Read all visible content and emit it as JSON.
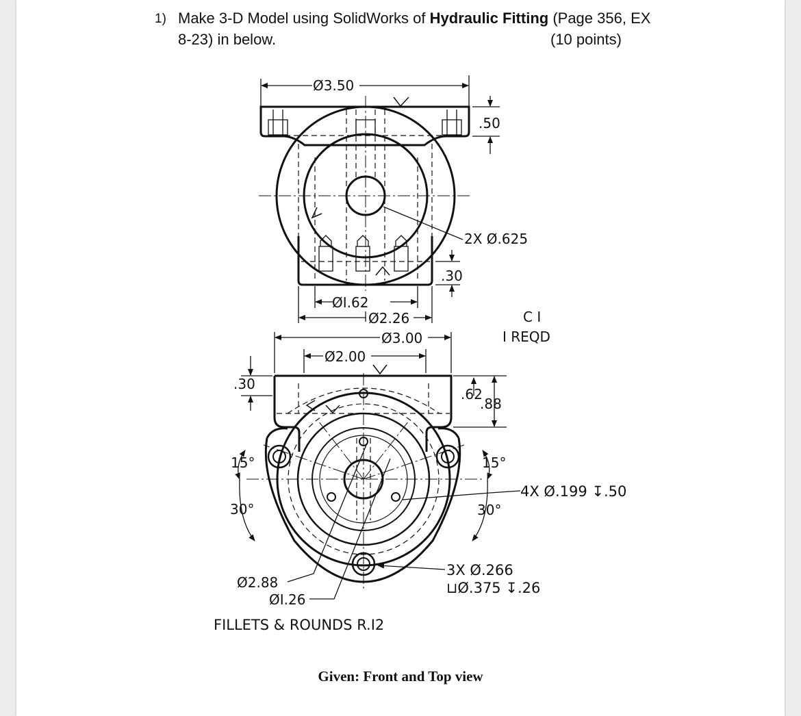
{
  "question": {
    "number": "1)",
    "text_before": "Make 3-D Model using SolidWorks of ",
    "text_bold": "Hydraulic Fitting",
    "text_after": " (Page 356, EX",
    "line2": "8-23) in below.",
    "points": "(10 points)"
  },
  "top_view": {
    "dims": {
      "d350": "Ø3.50",
      "d050": ".50",
      "hole2x": "2X Ø.625",
      "d030": ".30",
      "d162": "ØI.62",
      "d226": "Ø2.26",
      "d300": "Ø3.00"
    }
  },
  "material": {
    "line1": "C I",
    "line2": "I REQD"
  },
  "front_view": {
    "dims": {
      "d200": "Ø2.00",
      "d030": ".30",
      "d062": ".62",
      "d088": ".88",
      "a15_left": "15°",
      "a30_left": "30°",
      "a15_right": "15°",
      "a30_right": "30°",
      "hole4x": "4X Ø.199 ↧.50",
      "hole3x_line1": "3X Ø.266",
      "hole3x_line2": "⊔Ø.375 ↧.26",
      "d288": "Ø2.88",
      "d126": "ØI.26"
    }
  },
  "fillets_note": "FILLETS & ROUNDS R.I2",
  "caption": "Given: Front and Top view"
}
